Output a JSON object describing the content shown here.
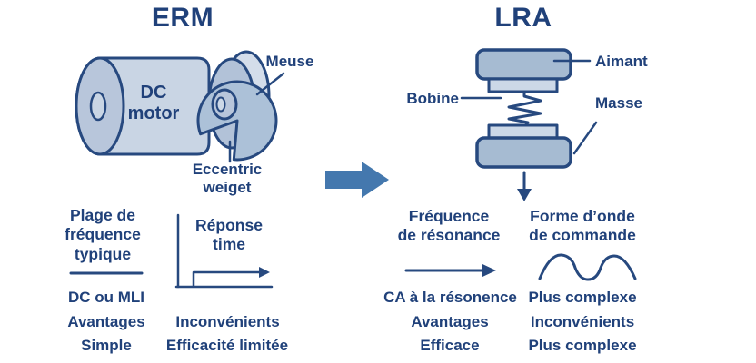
{
  "colors": {
    "ink": "#20417a",
    "navy": "#27497f",
    "fill_light": "#c9d5e4",
    "fill_cap": "#b8c6db",
    "fill_rim": "#d4ddea",
    "fill_front": "#b2c2d8",
    "fill_mass": "#acc1d8",
    "fill_plate": "#ccd8e7",
    "fill_magnet": "#a6bbd2",
    "arrow_blue": "#4478ae"
  },
  "erm": {
    "title": "ERM",
    "motor_label": "DC\nmotor",
    "meuse_label": "Meuse",
    "eccentric_label": "Eccentric\nweiget",
    "table": {
      "col1": {
        "header": "Plage de\nfréquence\ntypique",
        "rows": [
          "DC ou MLI",
          "Avantages",
          "Simple"
        ]
      },
      "col2": {
        "header": "Réponse\ntime",
        "rows": [
          "Inconvénients",
          "Efficacité limitée"
        ]
      }
    }
  },
  "lra": {
    "title": "LRA",
    "aimant_label": "Aimant",
    "bobine_label": "Bobine",
    "masse_label": "Masse",
    "table": {
      "col1": {
        "header": "Fréquence\nde résonance",
        "rows": [
          "CA à la résonence",
          "Avantages",
          "Efficace"
        ]
      },
      "col2": {
        "header": "Forme d’onde\nde commande",
        "rows": [
          "Plus complexe",
          "Inconvénients",
          "Plus complexe"
        ]
      }
    }
  }
}
